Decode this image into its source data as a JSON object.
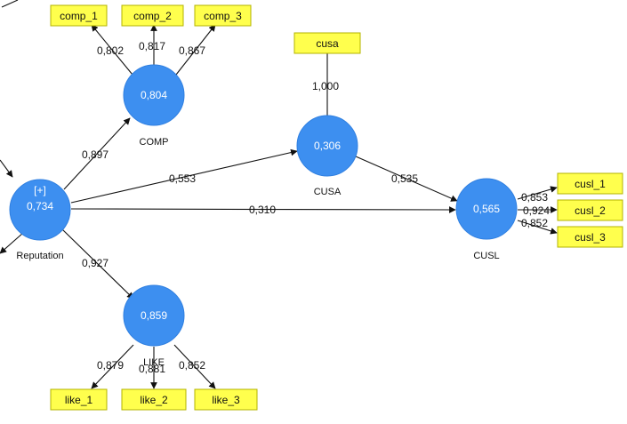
{
  "model": {
    "constructs": {
      "reputation": {
        "name": "Reputation",
        "value": "0,734",
        "tag": "[+]"
      },
      "comp": {
        "name": "COMP",
        "value": "0,804"
      },
      "cusa": {
        "name": "CUSA",
        "value": "0,306"
      },
      "cusl": {
        "name": "CUSL",
        "value": "0,565"
      },
      "like": {
        "name": "LIKE",
        "value": "0,859"
      }
    },
    "indicators": {
      "comp_1": "comp_1",
      "comp_2": "comp_2",
      "comp_3": "comp_3",
      "cusa": "cusa",
      "cusl_1": "cusl_1",
      "cusl_2": "cusl_2",
      "cusl_3": "cusl_3",
      "like_1": "like_1",
      "like_2": "like_2",
      "like_3": "like_3"
    },
    "outer_loadings": {
      "comp_1": "0,802",
      "comp_2": "0,817",
      "comp_3": "0,867",
      "cusa": "1,000",
      "cusl_1": "0,853",
      "cusl_2": "0,924",
      "cusl_3": "0,852",
      "like_1": "0,879",
      "like_2": "0,881",
      "like_3": "0,852"
    },
    "path_coefficients": {
      "reputation_comp": "0,897",
      "reputation_cusa": "0,553",
      "reputation_cusl": "0,310",
      "reputation_like": "0,927",
      "cusa_cusl": "0,535"
    }
  }
}
